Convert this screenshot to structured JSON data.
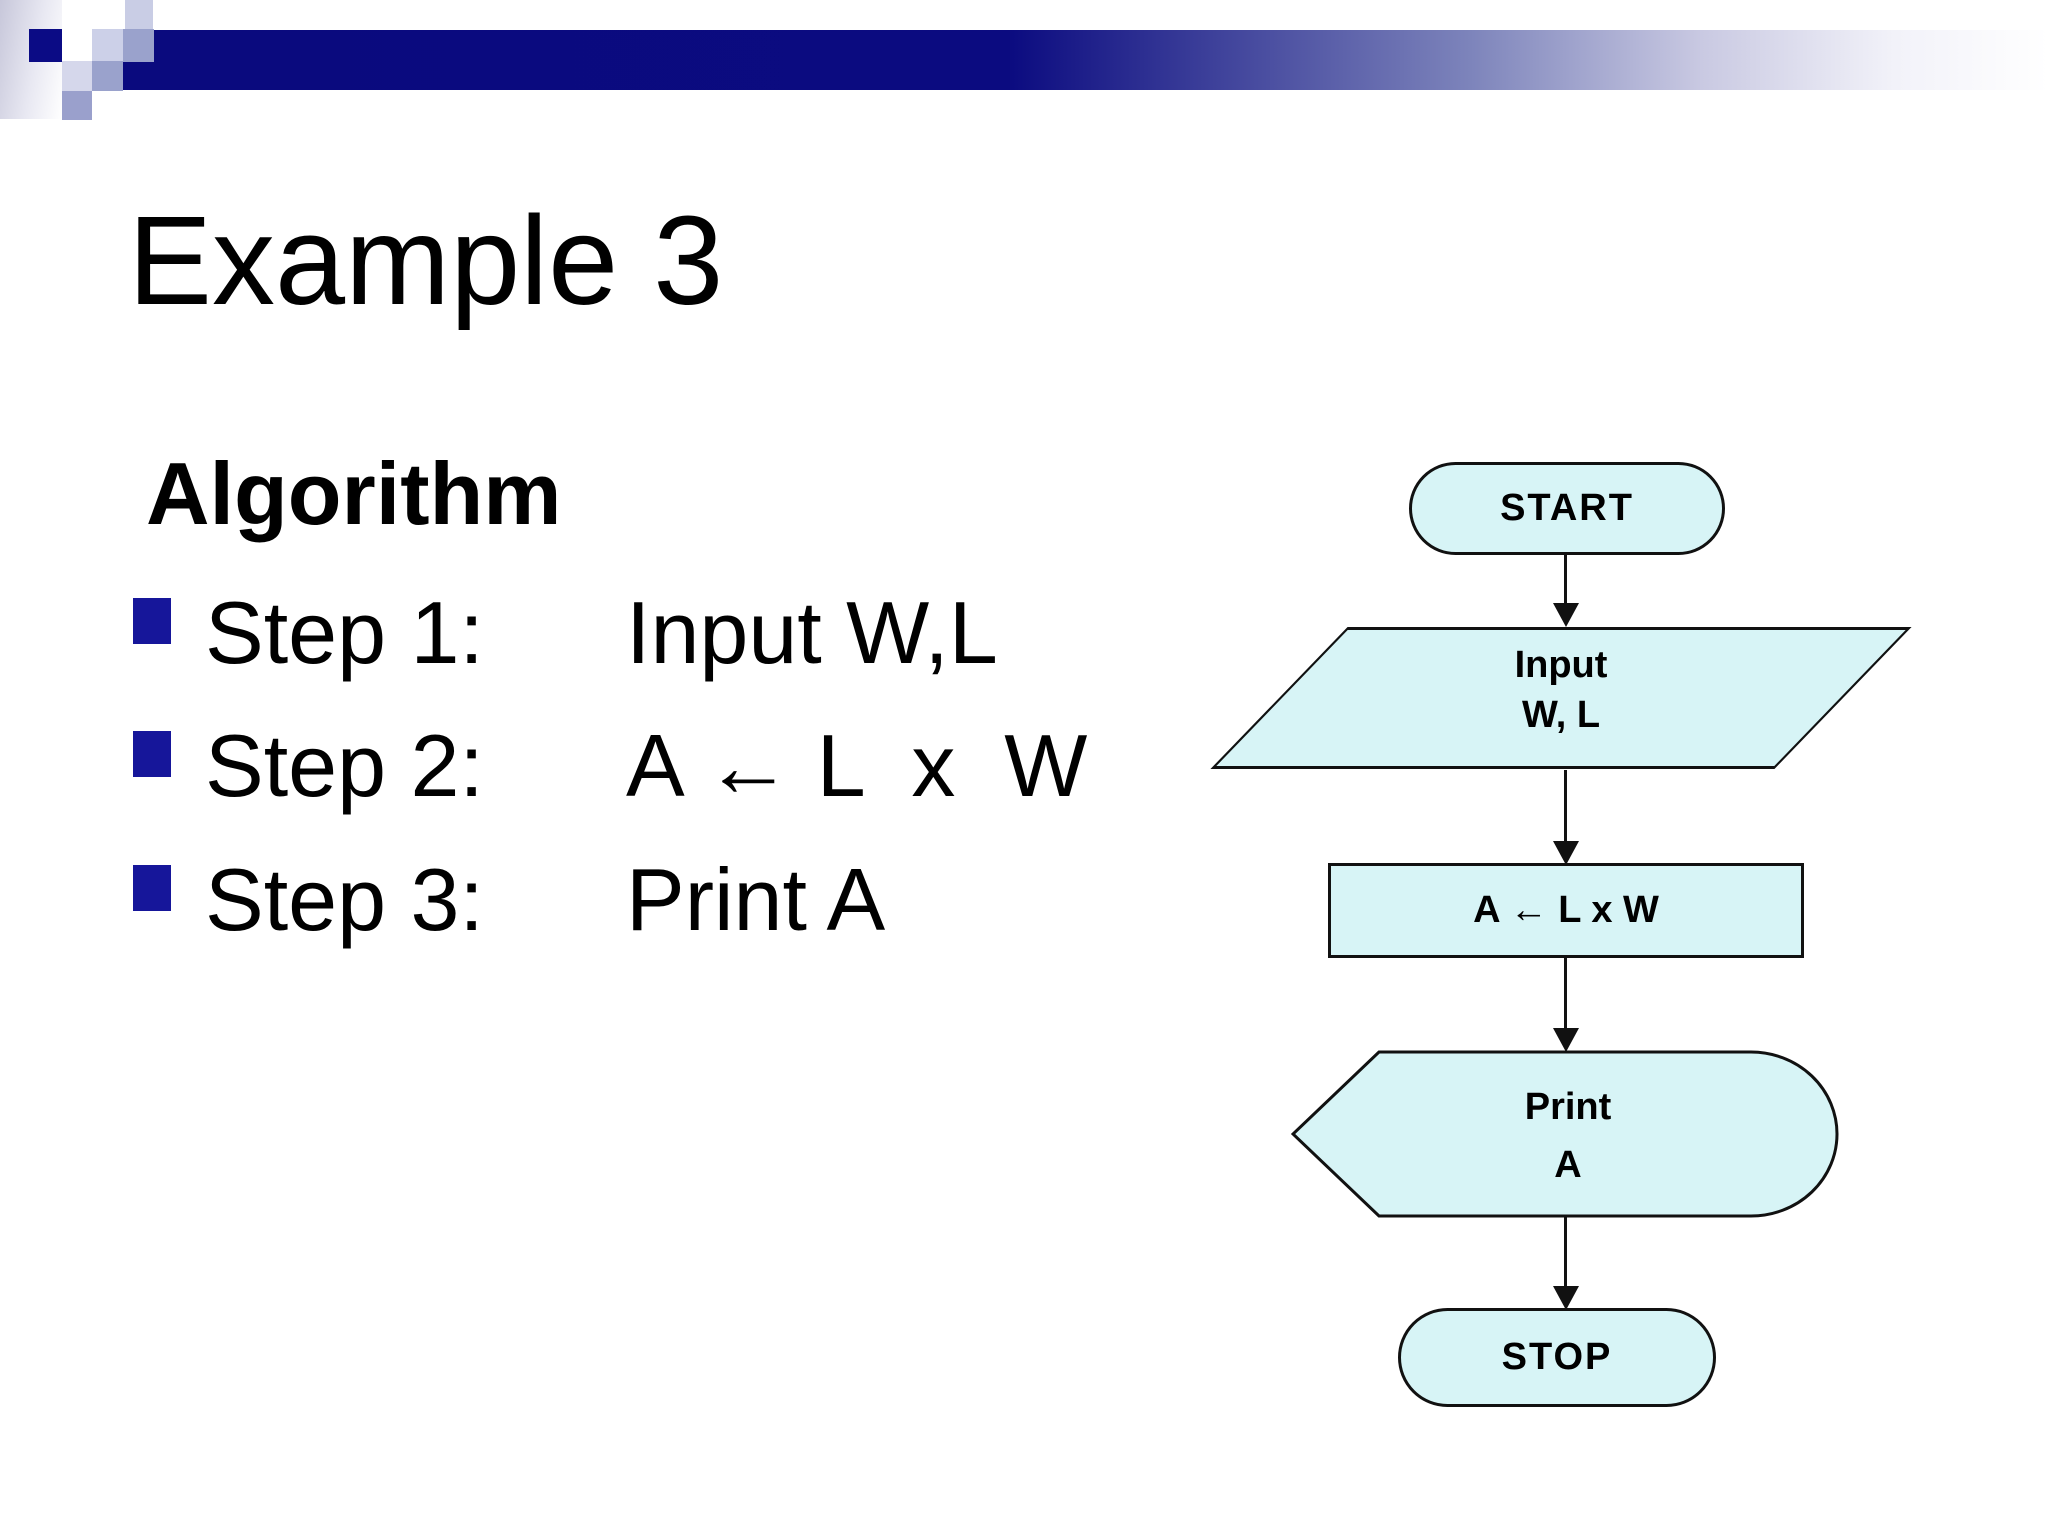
{
  "slide": {
    "title": "Example 3",
    "heading": "Algorithm",
    "bullets": [
      {
        "label": "Step 1:",
        "value": "Input W,L"
      },
      {
        "label": "Step 2:",
        "value": "A ← L  x  W"
      },
      {
        "label": "Step 3:",
        "value": "Print A"
      }
    ]
  },
  "flowchart": {
    "start_label": "START",
    "input_line1": "Input",
    "input_line2": "W, L",
    "process_label": "A ← L x W",
    "print_line1": "Print",
    "print_line2": "A",
    "stop_label": "STOP"
  },
  "colors": {
    "accent_navy": "#0b0b80",
    "bullet_navy": "#16169a",
    "shape_fill": "#d7f4f6",
    "shape_border": "#111111"
  }
}
